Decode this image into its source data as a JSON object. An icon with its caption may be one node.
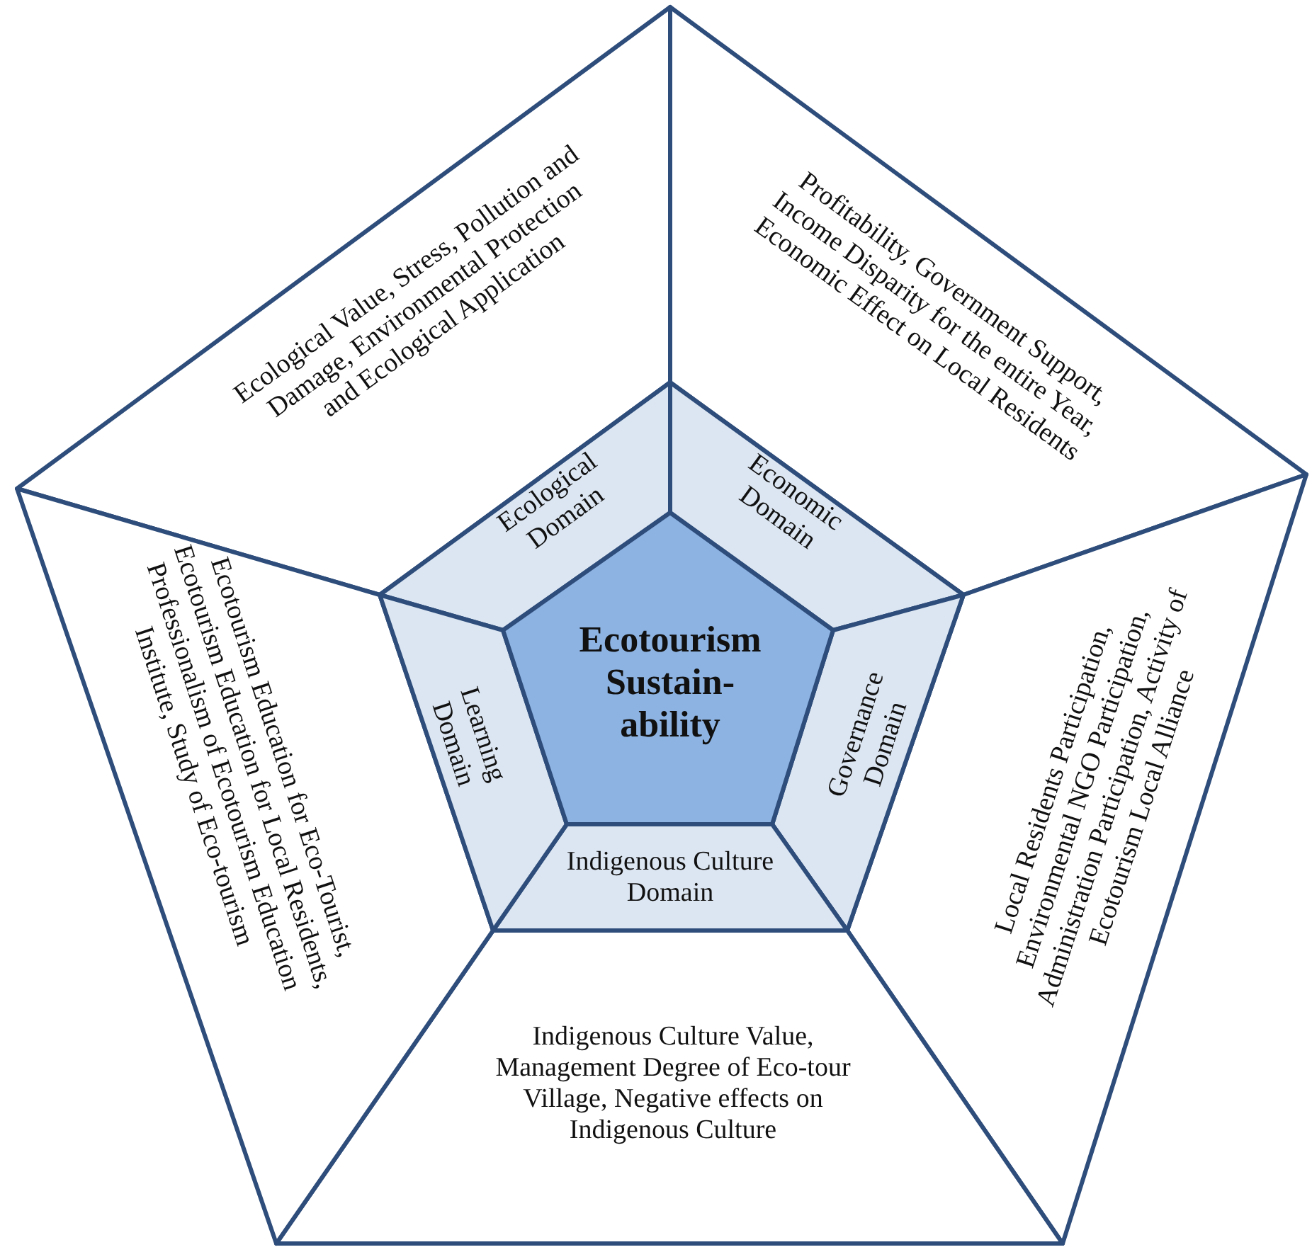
{
  "diagram": {
    "nodes": [
      {
        "text": [
          "Ecological Value, Stress, Pollution and Damage, Environmental Protection and Ecological Application"
        ]
      },
      {
        "text": [
          "Profitability, Government Support, Income Disparity for the entire Year, Economic Effect on Local Residents"
        ]
      },
      {
        "text": [
          "Local Residents Participation, Environmental NGO Participation, Administration Participation, Activity of Ecotourism Local Alliance"
        ]
      },
      {
        "text": [
          "Indigenous Culture Value, Management Degree of Eco-tour Village, Negative effects on Indigenous Culture"
        ]
      },
      {
        "text": [
          "Ecotourism Education for Eco-Tourist, Ecotourism Education for Local Residents, Professionalism of Ecotourism Education Institute, Study of Eco-tourism"
        ]
      },
      {
        "text": [
          "Ecological Domain"
        ]
      },
      {
        "text": [
          "Economic Domain"
        ]
      },
      {
        "text": [
          "Governance Domain"
        ]
      },
      {
        "text": [
          "Indigenous Culture Domain"
        ]
      },
      {
        "text": [
          "Learning Domain"
        ]
      },
      {
        "text": [
          "Ecotourism Sustain-ability"
        ]
      }
    ]
  }
}
